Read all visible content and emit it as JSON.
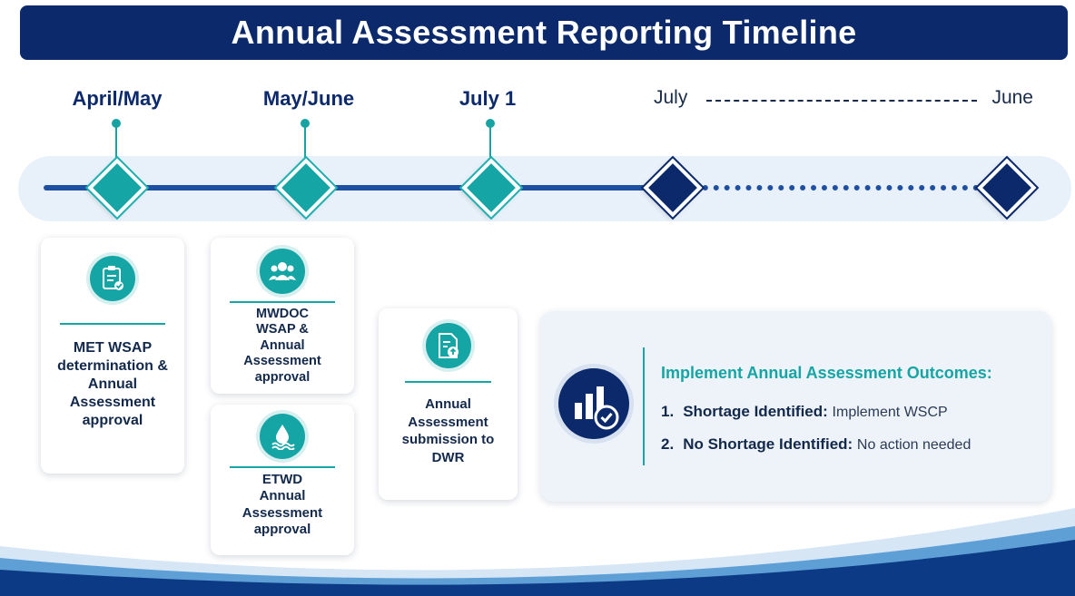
{
  "title": "Annual Assessment Reporting Timeline",
  "timeline": {
    "labels": [
      "April/May",
      "May/June",
      "July 1"
    ],
    "range_start": "July",
    "range_end": "June"
  },
  "cards": {
    "met": "MET WSAP determination & Annual Assessment approval",
    "mwdoc_line1": "MWDOC",
    "mwdoc_line2": "WSAP &",
    "mwdoc_line3": "Annual",
    "mwdoc_line4": "Assessment",
    "mwdoc_line5": "approval",
    "etwd_line1": "ETWD",
    "etwd_line2": "Annual",
    "etwd_line3": "Assessment",
    "etwd_line4": "approval",
    "dwr_line1": "Annual",
    "dwr_line2": "Assessment",
    "dwr_line3": "submission to",
    "dwr_line4": "DWR"
  },
  "outcomes": {
    "title": "Implement Annual Assessment Outcomes:",
    "items": [
      {
        "num": "1.",
        "label": "Shortage Identified:",
        "desc": "Implement WSCP"
      },
      {
        "num": "2.",
        "label": "No Shortage Identified:",
        "desc": "No action needed"
      }
    ]
  },
  "icons": [
    "clipboard-check-icon",
    "people-group-icon",
    "water-drop-icon",
    "document-upload-icon",
    "bar-chart-check-icon"
  ],
  "colors": {
    "navy": "#0c2a6b",
    "teal": "#16a5a5",
    "blue": "#1d4fa3"
  }
}
